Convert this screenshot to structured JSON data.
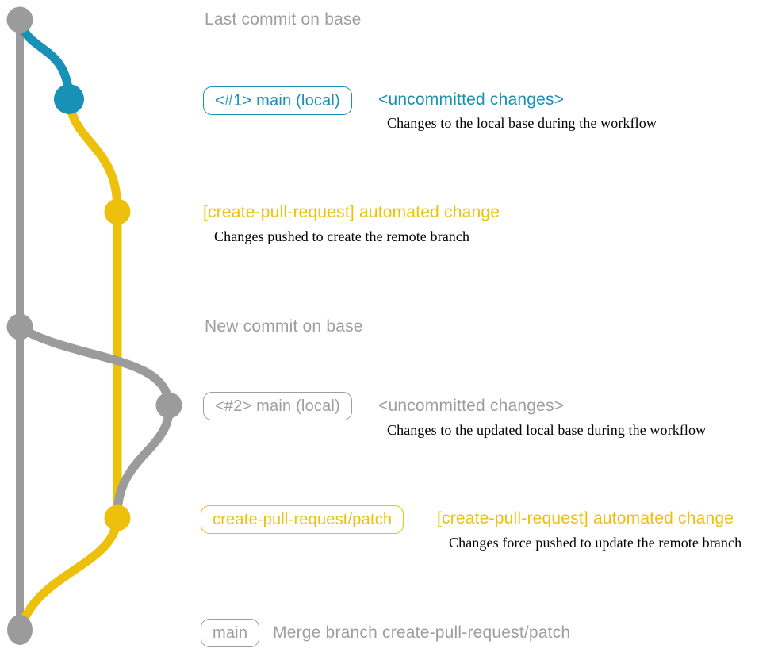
{
  "colors": {
    "gray": "#9b9b9b",
    "text-gray": "#9e9e9e",
    "blue": "#1791b5",
    "yellow": "#edc00c",
    "desc-black": "#000000",
    "background": "#ffffff"
  },
  "graph": {
    "branches": [
      {
        "name": "base",
        "color": "#9b9b9b"
      },
      {
        "name": "main-local-first",
        "color": "#1791b5"
      },
      {
        "name": "create-pull-request/patch",
        "color": "#edc00c"
      },
      {
        "name": "main-local-second",
        "color": "#9b9b9b"
      }
    ],
    "commits": [
      {
        "name": "last-commit-on-base",
        "branch": "base"
      },
      {
        "name": "local-commit-1",
        "branch": "main-local-first"
      },
      {
        "name": "automated-change-commit-1",
        "branch": "create-pull-request/patch"
      },
      {
        "name": "new-commit-on-base",
        "branch": "base"
      },
      {
        "name": "local-commit-2",
        "branch": "main-local-second"
      },
      {
        "name": "automated-change-commit-2",
        "branch": "create-pull-request/patch"
      },
      {
        "name": "merge-commit",
        "branch": "base"
      }
    ]
  },
  "annotations": {
    "last_commit": "Last commit on base",
    "local1": {
      "badge": "<#1> main (local)",
      "note": "<uncommitted changes>",
      "desc": "Changes to the local base during the workflow"
    },
    "push1": {
      "note": "[create-pull-request] automated change",
      "desc": "Changes pushed to create the remote branch"
    },
    "new_commit": "New commit on base",
    "local2": {
      "badge": "<#2> main (local)",
      "note": "<uncommitted changes>",
      "desc": "Changes to the updated local base during the workflow"
    },
    "push2": {
      "badge": "create-pull-request/patch",
      "note": "[create-pull-request] automated change",
      "desc": "Changes force pushed to update the remote branch"
    },
    "merge": {
      "badge": "main",
      "text": "Merge branch create-pull-request/patch"
    }
  }
}
